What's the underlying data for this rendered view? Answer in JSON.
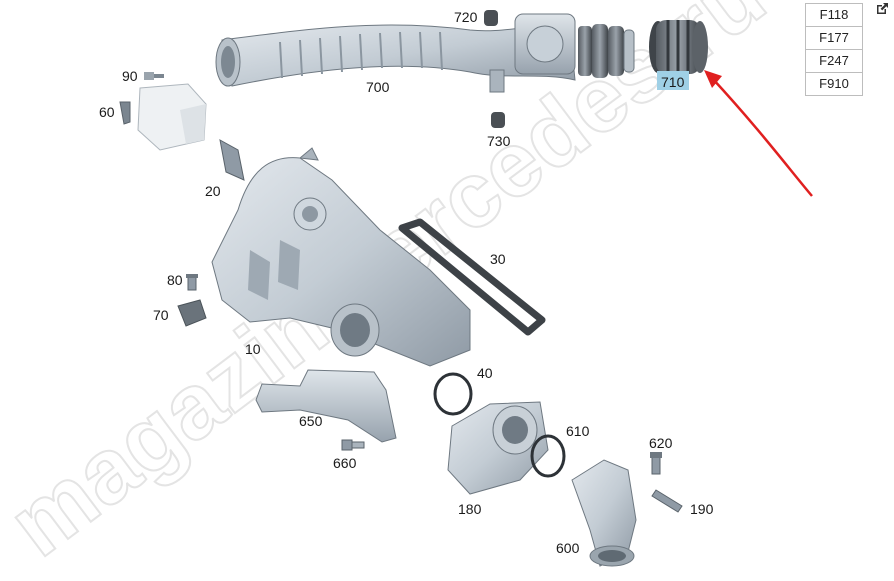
{
  "watermark": "magazinmercedes.ru",
  "callouts": {
    "c700": "700",
    "c720": "720",
    "c730": "730",
    "c710": "710",
    "c90": "90",
    "c60": "60",
    "c20": "20",
    "c30": "30",
    "c80": "80",
    "c70": "70",
    "c10": "10",
    "c40": "40",
    "c650": "650",
    "c660": "660",
    "c610": "610",
    "c620": "620",
    "c180": "180",
    "c190": "190",
    "c600": "600"
  },
  "selected_callout": "710",
  "pointer_arrow_color": "#e02020",
  "highlight_color": "#9fd0e6",
  "side_table": {
    "items": [
      "F118",
      "F177",
      "F247",
      "F910"
    ]
  },
  "icons": {
    "external_link": "external-link-icon"
  }
}
